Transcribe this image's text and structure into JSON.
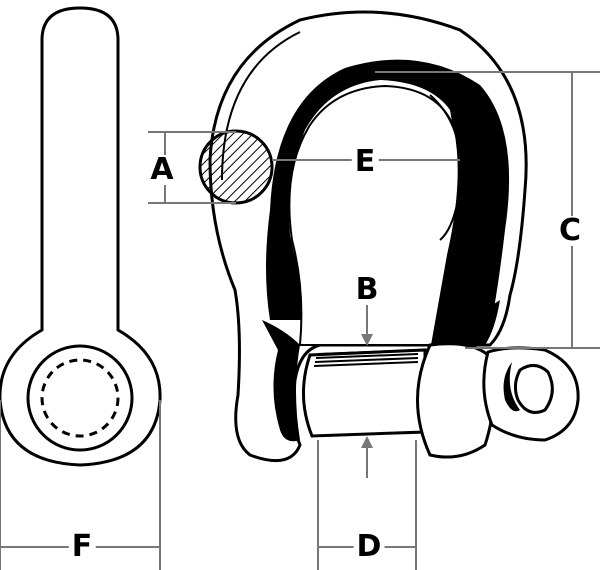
{
  "diagram": {
    "labels": {
      "a": "A",
      "b": "B",
      "c": "C",
      "d": "D",
      "e": "E",
      "f": "F"
    },
    "colors": {
      "ink": "#000000",
      "paper": "#ffffff",
      "dimension_line": "#777777"
    }
  }
}
